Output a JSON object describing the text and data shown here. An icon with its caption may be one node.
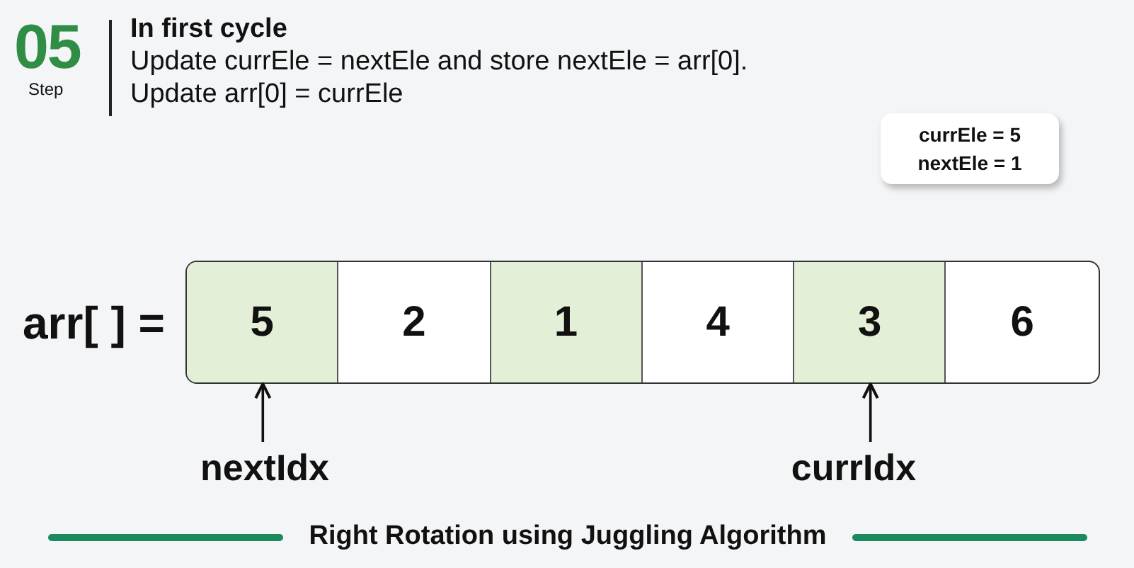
{
  "diagram": {
    "title": "In first cycle",
    "caption": "Right Rotation using Juggling Algorithm",
    "nodes": [
      {
        "text": [
          "5"
        ]
      },
      {
        "text": [
          "2"
        ]
      },
      {
        "text": [
          "1"
        ]
      },
      {
        "text": [
          "4"
        ]
      },
      {
        "text": [
          "3"
        ]
      },
      {
        "text": [
          "6"
        ]
      },
      {
        "text": [
          "nextIdx"
        ]
      },
      {
        "text": [
          "currIdx"
        ]
      },
      {
        "text": [
          "currEle = 5",
          "nextEle = 1"
        ]
      }
    ],
    "edges": [
      {
        "from": 6,
        "to": 0,
        "arrow": "to"
      },
      {
        "from": 7,
        "to": 4,
        "arrow": "to"
      }
    ],
    "labels": [
      "05",
      "Step",
      "Update currEle = nextEle and store nextEle = arr[0].",
      "Update arr[0] = currEle",
      "arr[ ] ="
    ]
  }
}
